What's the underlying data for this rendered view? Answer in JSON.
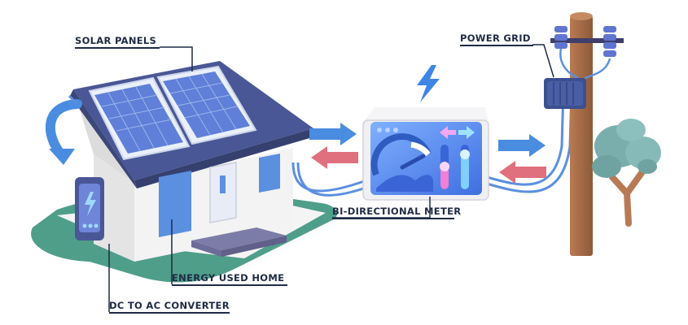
{
  "labels": {
    "solar_panels": "SOLAR PANELS",
    "power_grid": "POWER GRID",
    "bi_directional_meter": "BI-DIRECTIONAL METER",
    "energy_used_home": "ENERGY USED HOME",
    "dc_to_ac_converter": "DC TO AC CONVERTER"
  },
  "colors": {
    "roof": "#4a5796",
    "walls": "#eeeeee",
    "windows": "#5b8fe0",
    "solar_panel": "#5f7fd8",
    "meter_screen": "#5a8df0",
    "arrow_import": "#4a8ce0",
    "arrow_export": "#e0707d",
    "pole": "#a26845",
    "tree": "#7aaeac",
    "ground": "#4f9e8a",
    "label_text": "#1f2a44"
  }
}
